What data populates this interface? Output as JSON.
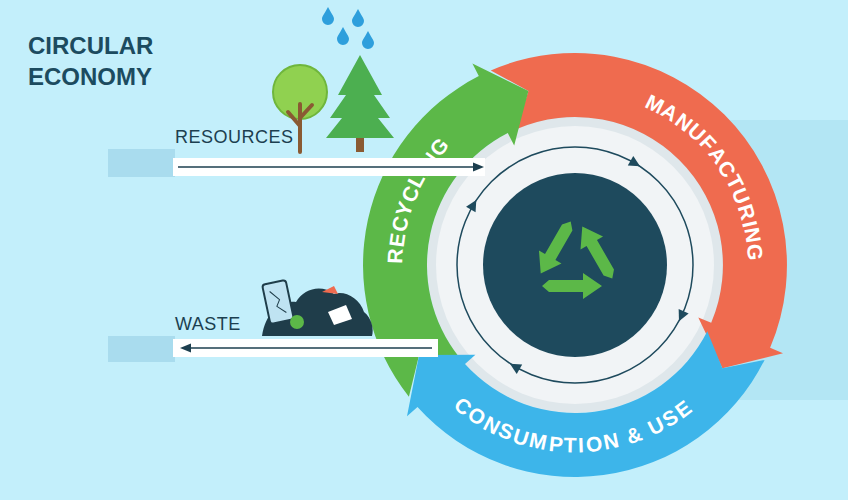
{
  "diagram": {
    "title": "CIRCULAR ECONOMY",
    "nodes": [
      {
        "text": [
          "MANUFACTURING"
        ]
      },
      {
        "text": [
          "RECYCLING"
        ]
      },
      {
        "text": [
          "CONSUMPTION & USE"
        ]
      }
    ],
    "labels": [
      "RESOURCES",
      "WASTE"
    ]
  }
}
